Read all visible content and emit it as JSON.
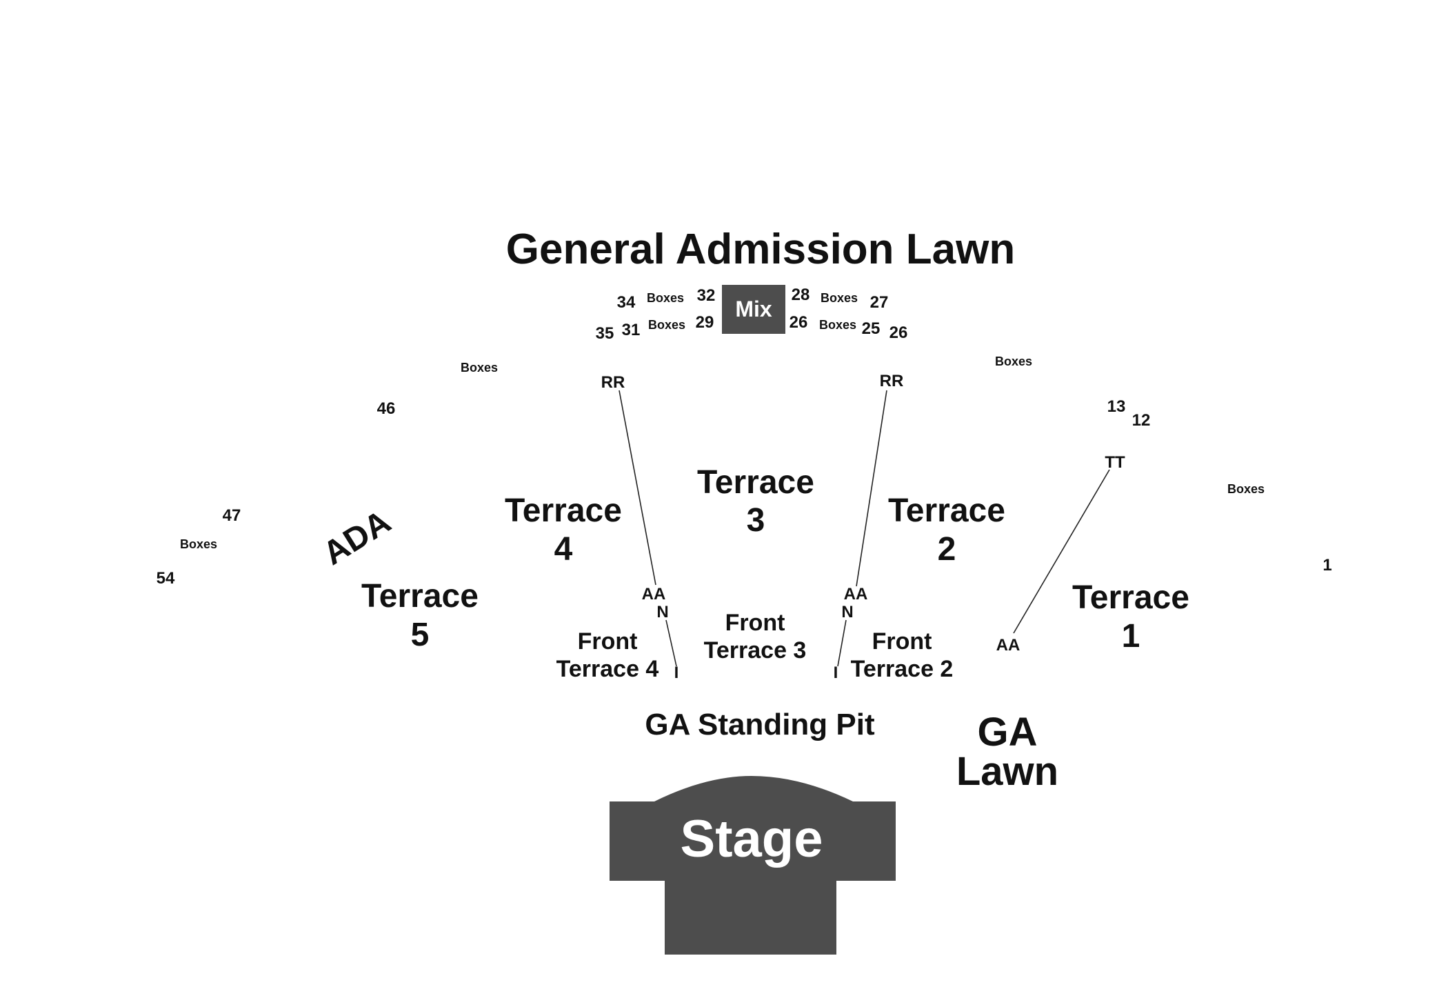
{
  "title": "General Admission Lawn",
  "mix": "Mix",
  "stage": "Stage",
  "sections": {
    "terrace1": [
      "Terrace",
      "1"
    ],
    "terrace2": [
      "Terrace",
      "2"
    ],
    "terrace3": [
      "Terrace",
      "3"
    ],
    "terrace4": [
      "Terrace",
      "4"
    ],
    "terrace5": [
      "Terrace",
      "5"
    ],
    "front_terrace2": [
      "Front",
      "Terrace 2"
    ],
    "front_terrace3": [
      "Front",
      "Terrace 3"
    ],
    "front_terrace4": [
      "Front",
      "Terrace 4"
    ],
    "ga_pit": "GA Standing Pit",
    "ga_lawn": [
      "GA",
      "Lawn"
    ],
    "ada": "ADA"
  },
  "boxes_label": "Boxes",
  "box_numbers": {
    "n34": "34",
    "n32": "32",
    "n28": "28",
    "n27": "27",
    "n35": "35",
    "n31": "31",
    "n29": "29",
    "n26a": "26",
    "n25": "25",
    "n26b": "26",
    "n46": "46",
    "n47": "47",
    "n54": "54",
    "n13": "13",
    "n12": "12",
    "n1": "1"
  },
  "aisles": {
    "rr_left": "RR",
    "rr_right": "RR",
    "tt": "TT",
    "aa_left": "AA",
    "n_left": "N",
    "i_left": "I",
    "aa_mid": "AA",
    "n_mid": "N",
    "i_mid": "I",
    "aa_right": "AA"
  },
  "colors": {
    "stage": "#4d4d4d",
    "mix": "#4d4d4d",
    "text": "#111111",
    "background": "#ffffff"
  }
}
